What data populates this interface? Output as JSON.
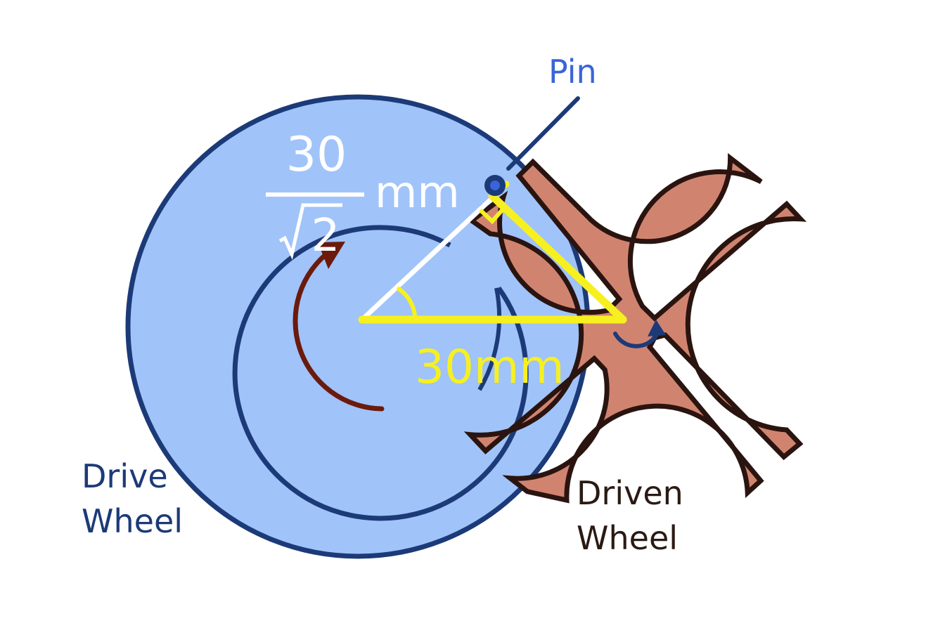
{
  "labels": {
    "pin": "Pin",
    "drive_wheel_line1": "Drive",
    "drive_wheel_line2": "Wheel",
    "driven_wheel_line1": "Driven",
    "driven_wheel_line2": "Wheel",
    "distance": "30mm",
    "radius_numerator": "30",
    "radius_radicand": "2",
    "radius_unit": "mm"
  },
  "colors": {
    "drive_wheel_fill": "#a0c3fa",
    "drive_wheel_outline": "#1c3a78",
    "driven_wheel_fill": "#d08470",
    "driven_wheel_outline": "#2a1410",
    "rotation_arrow": "#6b1a0c",
    "triangle": "#f7f020",
    "radius_line": "#ffffff",
    "pin_label": "#3a64d8",
    "drive_label": "#1c3a78",
    "driven_label": "#2a1a14"
  }
}
